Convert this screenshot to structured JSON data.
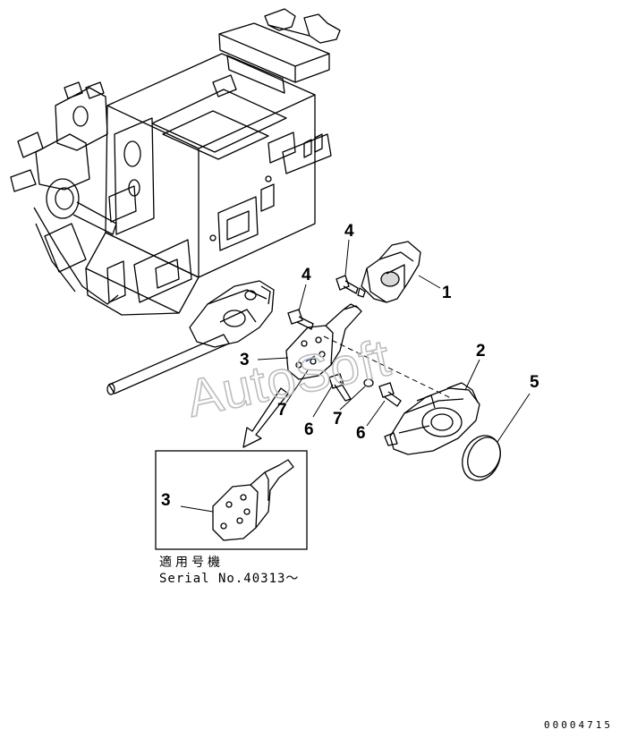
{
  "watermark": "AutoSoft",
  "callouts": {
    "c1": "1",
    "c2": "2",
    "c3": "3",
    "c3_inset": "3",
    "c4a": "4",
    "c4b": "4",
    "c5": "5",
    "c6a": "6",
    "c6b": "6",
    "c7a": "7",
    "c7b": "7"
  },
  "inset": {
    "applicable_jp": "適用号機",
    "serial": "Serial No.40313～"
  },
  "figure_number": "00004715"
}
